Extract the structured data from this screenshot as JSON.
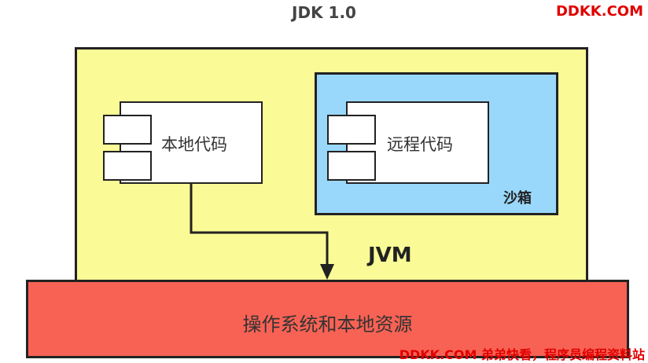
{
  "title": "JDK 1.0",
  "watermark_top": "DDKK.COM",
  "watermark_bottom": "DDKK.COM 弟弟快看，程序员编程资料站",
  "jvm": {
    "label": "JVM",
    "color": "#fafa96"
  },
  "sandbox": {
    "label": "沙箱",
    "color": "#99d8fb"
  },
  "local_code": {
    "label": "本地代码"
  },
  "remote_code": {
    "label": "远程代码"
  },
  "os": {
    "label": "操作系统和本地资源",
    "color": "#f86254"
  }
}
